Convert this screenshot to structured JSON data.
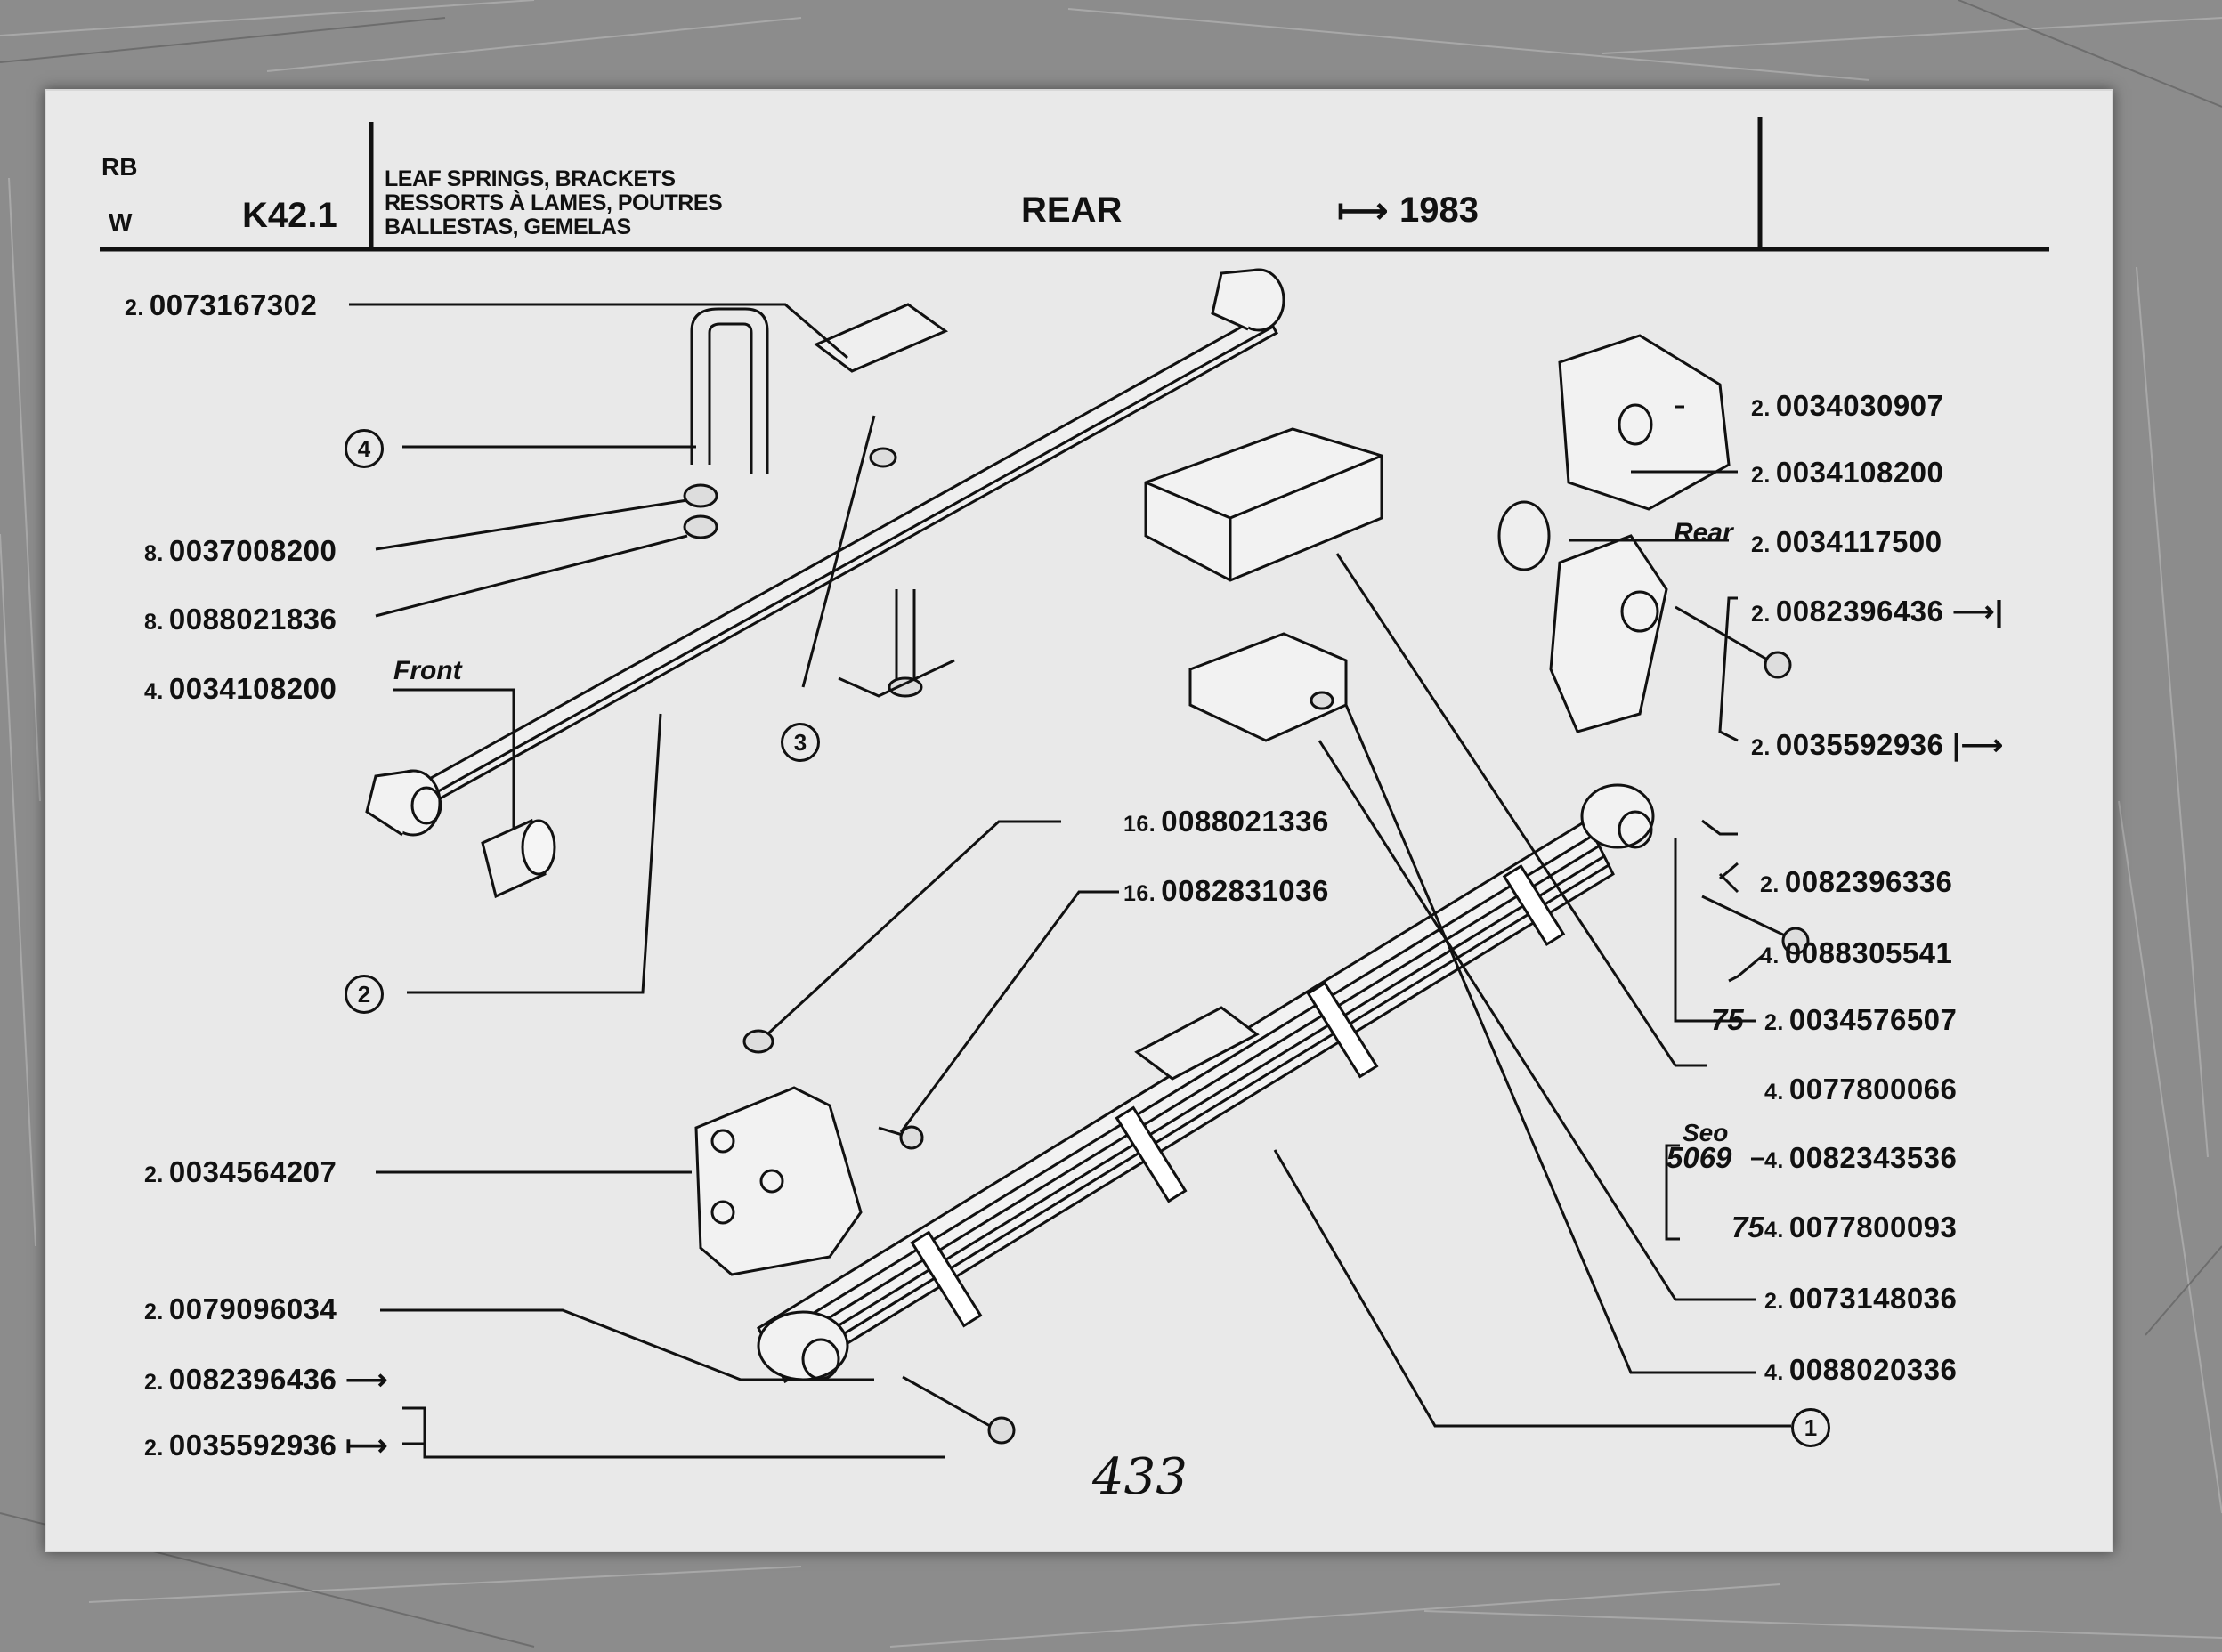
{
  "header": {
    "code_top": "RB",
    "code_bottom": "W",
    "section": "K42.1",
    "desc_en": "LEAF SPRINGS, BRACKETS",
    "desc_fr": "RESSORTS À LAMES, POUTRES",
    "desc_es": "BALLESTAS, GEMELAS",
    "position": "REAR",
    "range_arrow": "⟼",
    "range_year": "1983"
  },
  "parts": [
    {
      "qty": "2.",
      "number": "0073167302"
    },
    {
      "qty": "8.",
      "number": "0037008200"
    },
    {
      "qty": "8.",
      "number": "0088021836"
    },
    {
      "qty": "4.",
      "number": "0034108200"
    },
    {
      "qty": "16.",
      "number": "0088021336"
    },
    {
      "qty": "16.",
      "number": "0082831036"
    },
    {
      "qty": "2.",
      "number": "0034564207"
    },
    {
      "qty": "2.",
      "number": "0079096034"
    },
    {
      "qty": "2.",
      "number": "0082396436"
    },
    {
      "qty": "2.",
      "number": "0035592936"
    },
    {
      "qty": "2.",
      "number": "0034030907"
    },
    {
      "qty": "2.",
      "number": "0034108200"
    },
    {
      "qty": "2.",
      "number": "0034117500"
    },
    {
      "qty": "2.",
      "number": "0082396436"
    },
    {
      "qty": "2.",
      "number": "0035592936"
    },
    {
      "qty": "2.",
      "number": "0082396336"
    },
    {
      "qty": "4.",
      "number": "0088305541"
    },
    {
      "qty": "2.",
      "number": "0034576507"
    },
    {
      "qty": "4.",
      "number": "0077800066"
    },
    {
      "qty": "4.",
      "number": "0082343536"
    },
    {
      "qty": "4.",
      "number": "0077800093"
    },
    {
      "qty": "2.",
      "number": "0073148036"
    },
    {
      "qty": "4.",
      "number": "0088020336"
    }
  ],
  "callouts": [
    "1",
    "2",
    "3",
    "4"
  ],
  "notes": {
    "front": "Front",
    "rear": "Rear",
    "variant_75_a": "75",
    "variant_75_b": "75",
    "seo": "Seo",
    "seo_code": "5069"
  },
  "page_number": "433"
}
